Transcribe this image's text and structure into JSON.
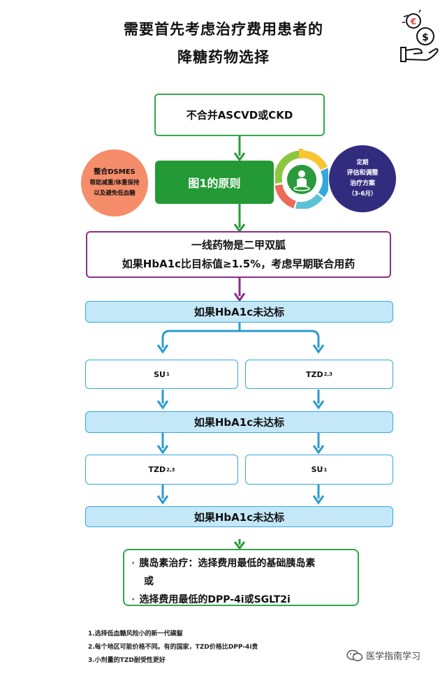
{
  "title": {
    "line1": "需要首先考虑治疗费用患者的",
    "line2": "降糖药物选择"
  },
  "start": "不合并ASCVD或CKD",
  "principle": "图1的原则",
  "dsmes": {
    "line1": "整合DSMES",
    "line2": "帮助减重/体重保持",
    "line3": "以及避免低血糖"
  },
  "review": {
    "line1": "定期",
    "line2": "评估和调整",
    "line3": "治疗方案",
    "line4": "（3-6月）"
  },
  "first_line": {
    "line1": "一线药物是二甲双胍",
    "line2": "如果HbA1c比目标值≥1.5%，考虑早期联合用药"
  },
  "not_reached": "如果HbA1c未达标",
  "left1": {
    "label": "SU",
    "sup": "1"
  },
  "right1": {
    "label": "TZD",
    "sup": "2,3"
  },
  "left2": {
    "label": "TZD",
    "sup": "2,3"
  },
  "right2": {
    "label": "SU",
    "sup": "1"
  },
  "final": {
    "bullet": "·",
    "item1": "胰岛素治疗：选择费用最低的基础胰岛素",
    "item1_cont": "或",
    "item2": "选择费用最低的DPP-4i或SGLT2i"
  },
  "footnotes": [
    "1.选择低血糖风险小的新一代磺脲",
    "2.每个地区可能价格不同。有的国家，TZD价格比DPP-4i贵",
    "3.小剂量的TZD耐受性更好"
  ],
  "watermark": "医学指南学习",
  "colors": {
    "green": "#239a35",
    "purple": "#8d2d87",
    "blue": "#35a8dc",
    "light_blue": "#c4e8f8",
    "orange": "#f58d6a",
    "navy": "#322c7e"
  },
  "icons": [
    "money-hand-icon",
    "cycle-person-icon",
    "wechat-icon"
  ]
}
